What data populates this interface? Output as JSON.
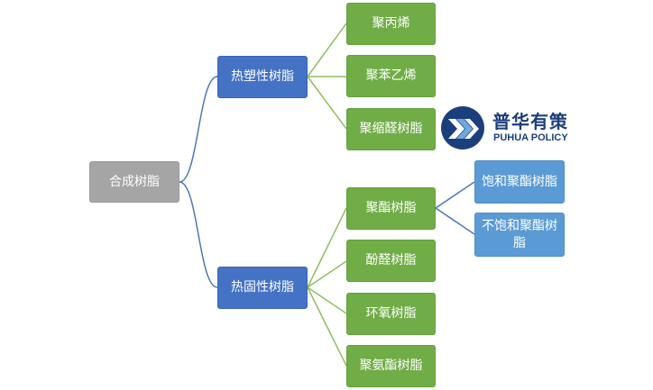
{
  "root": {
    "label": "合成树脂"
  },
  "branches": [
    {
      "label": "热塑性树脂",
      "children": [
        {
          "label": "聚丙烯"
        },
        {
          "label": "聚苯乙烯"
        },
        {
          "label": "聚缩醛树脂"
        }
      ]
    },
    {
      "label": "热固性树脂",
      "children": [
        {
          "label": "聚酯树脂",
          "children": [
            {
              "label": "饱和聚酯树脂"
            },
            {
              "label": "不饱和聚酯树脂"
            }
          ]
        },
        {
          "label": "酚醛树脂"
        },
        {
          "label": "环氧树脂"
        },
        {
          "label": "聚氨酯树脂"
        }
      ]
    }
  ],
  "logo": {
    "name_cn": "普华有策",
    "name_en": "PUHUA POLICY"
  },
  "colors": {
    "root": "#a5a5a5",
    "level1": "#4472c4",
    "level2": "#70ad47",
    "level3": "#5b9bd5",
    "connector": "#4a78b8",
    "connector_green": "#8bbf5f",
    "logo_text": "#1b3f7a"
  }
}
